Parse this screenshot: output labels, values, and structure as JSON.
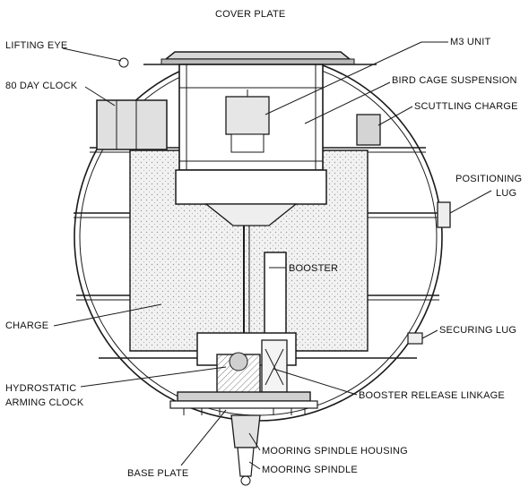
{
  "diagram": {
    "labels": {
      "cover_plate": "COVER PLATE",
      "lifting_eye": "LIFTING EYE",
      "m3_unit": "M3 UNIT",
      "day_clock": "80 DAY CLOCK",
      "bird_cage": "BIRD CAGE SUSPENSION",
      "scuttling_charge": "SCUTTLING CHARGE",
      "positioning_1": "POSITIONING",
      "positioning_2": "LUG",
      "booster": "BOOSTER",
      "charge": "CHARGE",
      "securing_lug": "SECURING LUG",
      "hydrostatic_1": "HYDROSTATIC",
      "hydrostatic_2": "ARMING CLOCK",
      "booster_release": "BOOSTER RELEASE LINKAGE",
      "mooring_housing": "MOORING SPINDLE HOUSING",
      "base_plate": "BASE PLATE",
      "mooring_spindle": "MOORING SPINDLE"
    }
  }
}
